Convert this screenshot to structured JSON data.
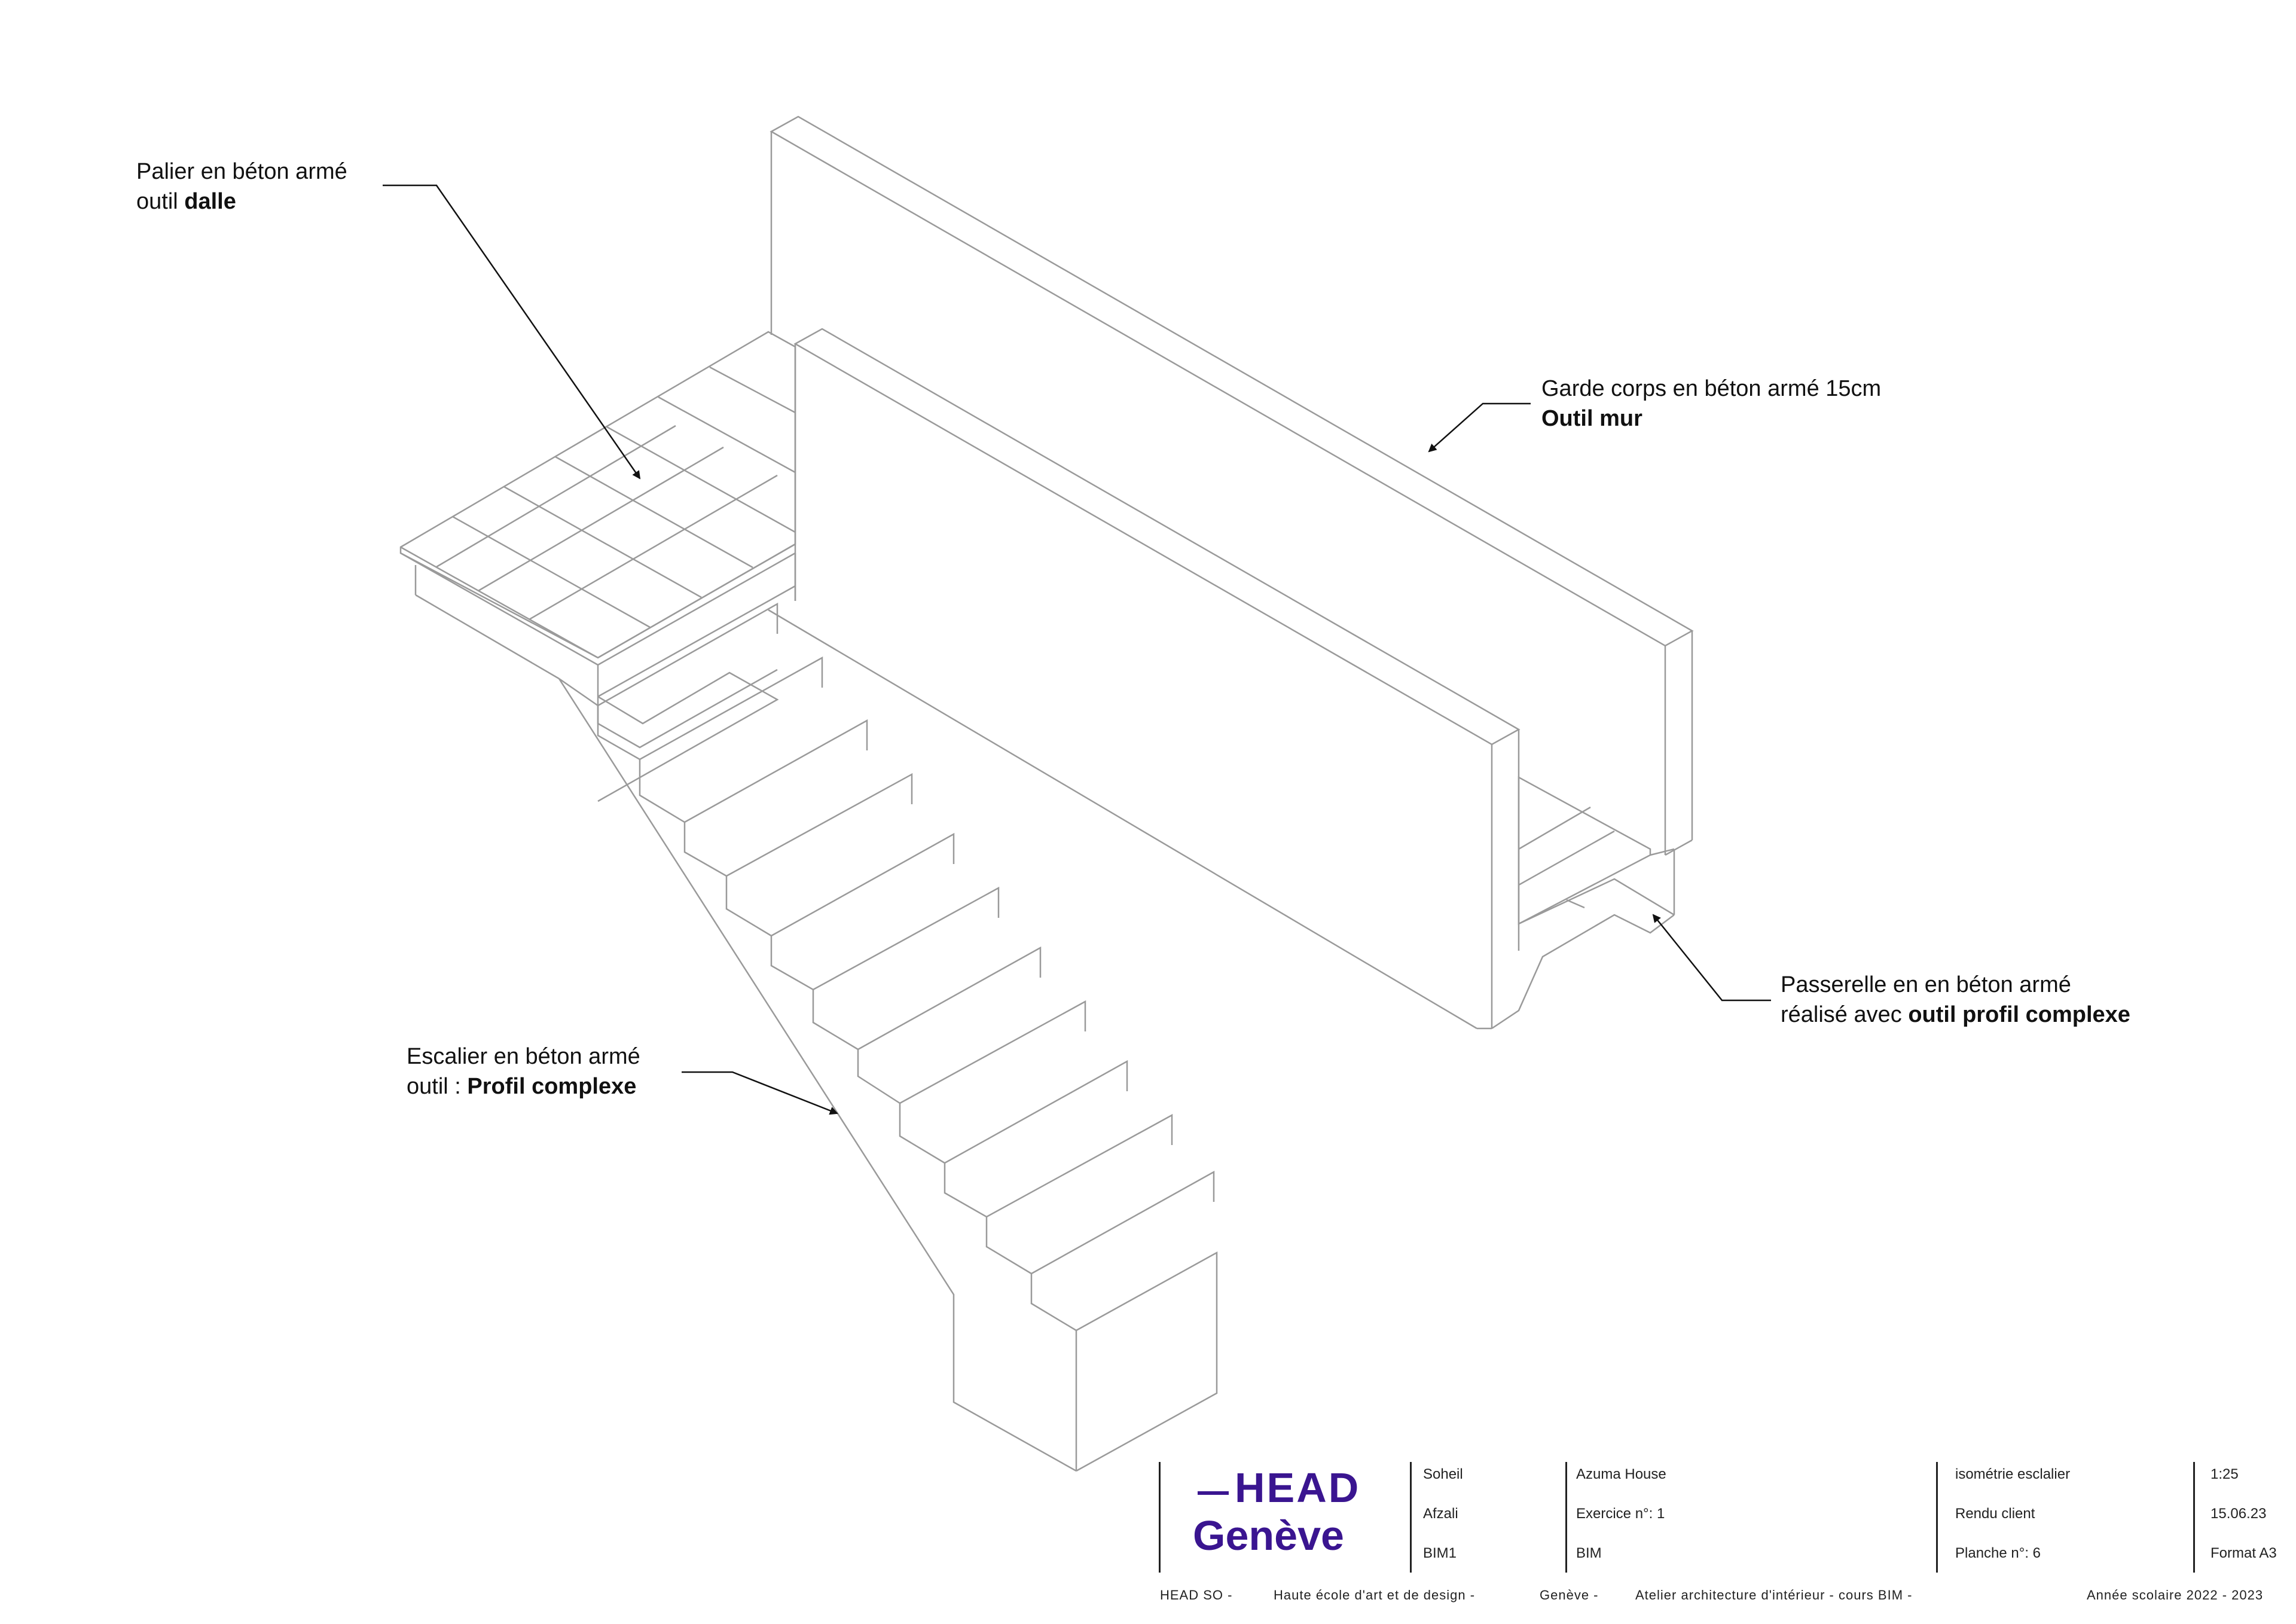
{
  "annotations": {
    "palier": {
      "line1": "Palier en béton armé",
      "line2_prefix": "outil ",
      "line2_bold": "dalle"
    },
    "garde": {
      "line1": "Garde corps en béton armé 15cm",
      "line2_bold": "Outil mur"
    },
    "escalier": {
      "line1": "Escalier en béton armé",
      "line2_prefix": "outil : ",
      "line2_bold": "Profil complexe"
    },
    "passerelle": {
      "line1": "Passerelle en en béton armé",
      "line2_prefix": "réalisé avec ",
      "line2_bold": "outil profil complexe"
    }
  },
  "title_block": {
    "logo_line1": "HEAD",
    "logo_line2": "Genève",
    "col1": [
      "Soheil",
      "Afzali",
      "BIM1"
    ],
    "col2": [
      "Azuma House",
      "Exercice n°: 1",
      "BIM"
    ],
    "col3": [
      "isométrie esclalier",
      "Rendu client",
      "Planche n°:  6"
    ],
    "col4": [
      "1:25",
      "15.06.23",
      "Format A3"
    ]
  },
  "footer": {
    "school": "HEAD SO  -",
    "desc": "Haute école d'art et de design  -",
    "city": "Genève  -",
    "atelier": "Atelier architecture d'intérieur  -   cours BIM  -",
    "year": "Année scolaire 2022 - 2023"
  },
  "colors": {
    "brand": "#3a1590",
    "line": "#9a9a9a",
    "ink": "#111111"
  }
}
